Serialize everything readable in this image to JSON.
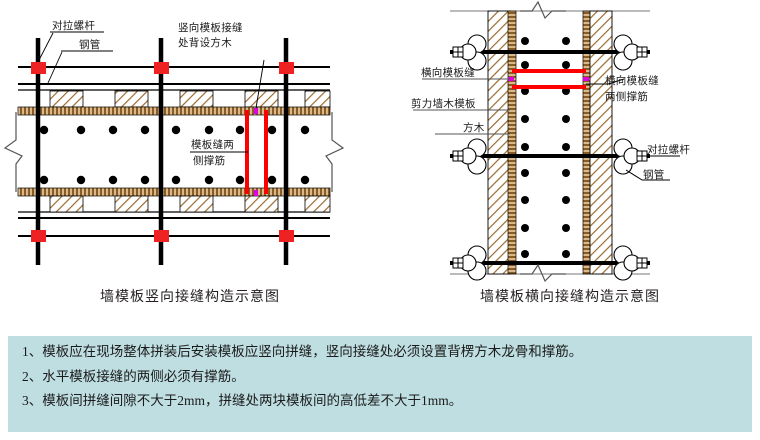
{
  "diagrams": [
    {
      "id": "vertical-joint",
      "caption": "墙模板竖向接缝构造示意图",
      "labels": [
        {
          "name": "tie-rod",
          "text": "对拉螺杆"
        },
        {
          "name": "steel-pipe",
          "text": "钢管"
        },
        {
          "name": "vertical-joint-backing-timber",
          "text_line1": "竖向模板接缝",
          "text_line2": "处背设方木"
        },
        {
          "name": "joint-side-bracing-bars",
          "text_line1": "模板缝两",
          "text_line2": "侧撑筋"
        }
      ]
    },
    {
      "id": "horizontal-joint",
      "caption": "墙模板横向接缝构造示意图",
      "labels": [
        {
          "name": "horizontal-formwork-joint",
          "text": "横向模板缝"
        },
        {
          "name": "shear-wall-timber-formwork",
          "text": "剪力墙木模板"
        },
        {
          "name": "square-timber",
          "text": "方木"
        },
        {
          "name": "horizontal-joint-side-bracing-bars",
          "text_line1": "横向模板缝",
          "text_line2": "两侧撑筋"
        },
        {
          "name": "tie-rod",
          "text": "对拉螺杆"
        },
        {
          "name": "steel-pipe",
          "text": "钢管"
        }
      ]
    }
  ],
  "notes": {
    "items": [
      "1、模板应在现场整体拼装后安装模板应竖向拼缝，竖向接缝处必须设置背楞方木龙骨和撑筋。",
      "2、水平模板接缝的两侧必须有撑筋。",
      "3、模板间拼缝间隙不大于2mm，拼缝处两块模板间的高低差不大于1mm。"
    ]
  },
  "colors": {
    "notes_background": "#bfdee1",
    "bracing_bar_red": "#fe0000",
    "tie_rod_block_red": "#ee2222",
    "timber_brown": "#9a6b2f",
    "plywood_brown": "#b07a33",
    "line_black": "#000000"
  }
}
